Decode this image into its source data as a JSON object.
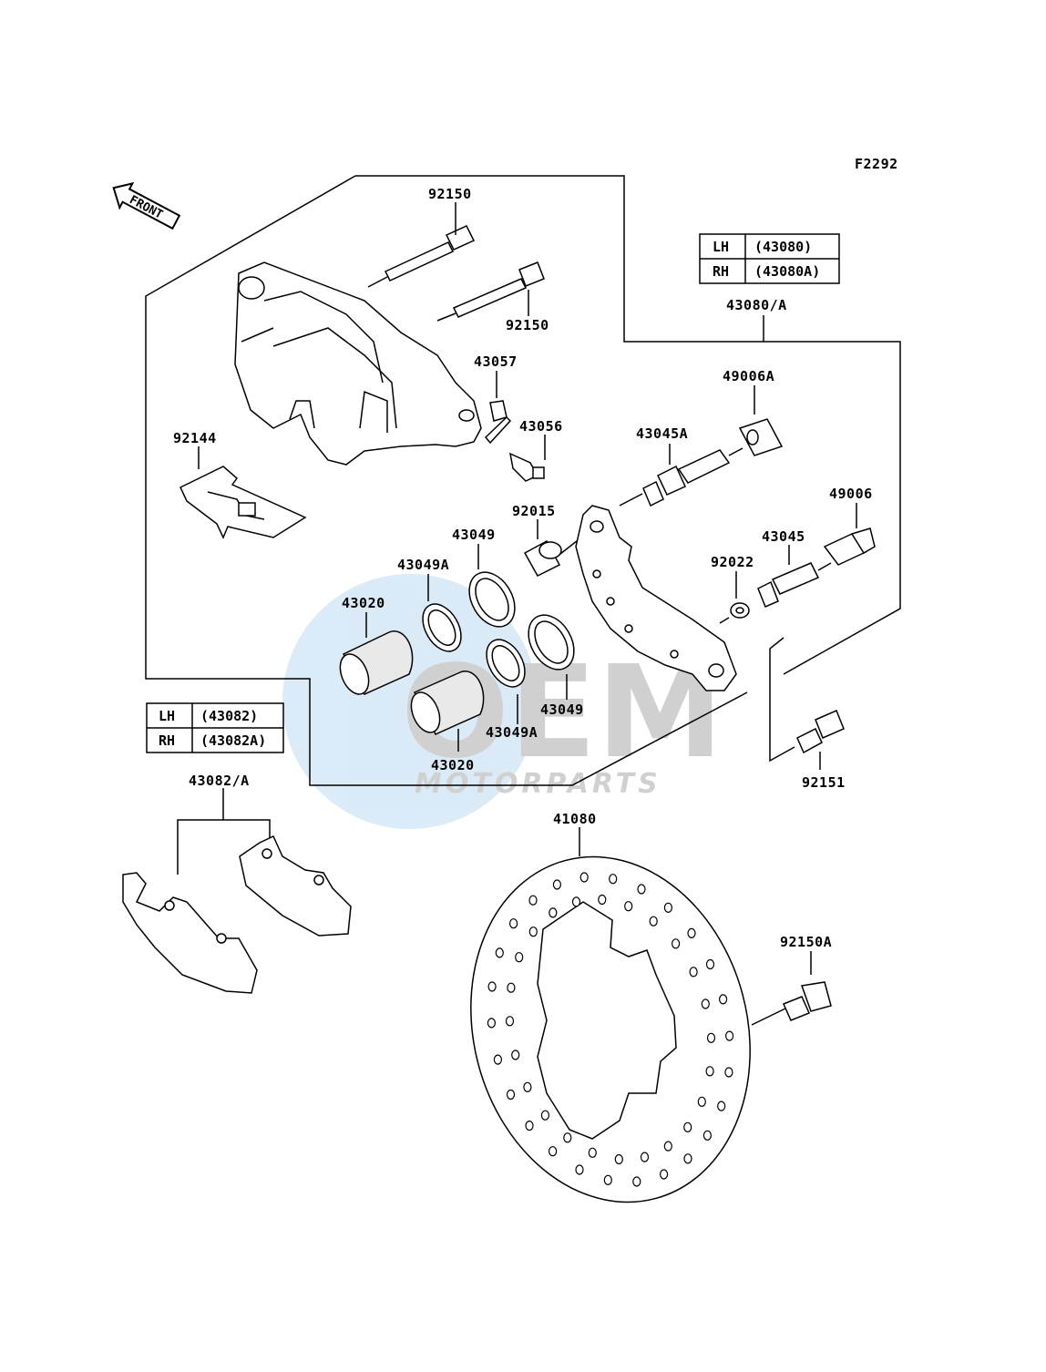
{
  "diagram": {
    "code": "F2292",
    "front_label": "FRONT",
    "watermark": {
      "brand": "OEM",
      "sub": "MOTORPARTS"
    },
    "parts": [
      {
        "id": "92150"
      },
      {
        "id": "92150"
      },
      {
        "id": "43057"
      },
      {
        "id": "43056"
      },
      {
        "id": "92144"
      },
      {
        "id": "92015"
      },
      {
        "id": "43049"
      },
      {
        "id": "43049A"
      },
      {
        "id": "43020"
      },
      {
        "id": "43049A"
      },
      {
        "id": "43049"
      },
      {
        "id": "43020"
      },
      {
        "id": "43045A"
      },
      {
        "id": "49006A"
      },
      {
        "id": "49006"
      },
      {
        "id": "43045"
      },
      {
        "id": "92022"
      },
      {
        "id": "92151"
      },
      {
        "id": "43080/A"
      },
      {
        "id": "43082/A"
      },
      {
        "id": "41080"
      },
      {
        "id": "92150A"
      }
    ],
    "side_tables": [
      {
        "rows": [
          {
            "side": "LH",
            "part": "(43080)"
          },
          {
            "side": "RH",
            "part": "(43080A)"
          }
        ]
      },
      {
        "rows": [
          {
            "side": "LH",
            "part": "(43082)"
          },
          {
            "side": "RH",
            "part": "(43082A)"
          }
        ]
      }
    ]
  }
}
